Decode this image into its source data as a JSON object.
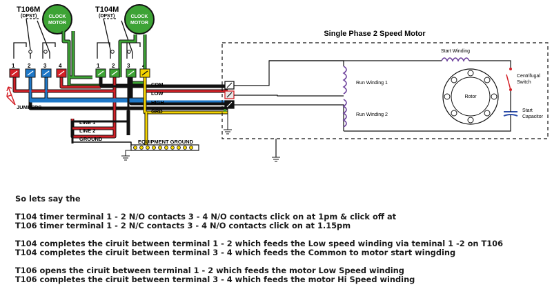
{
  "diagram": {
    "timers": {
      "t106": {
        "name": "T106M",
        "type": "(DPST)",
        "motor": [
          "CLOCK",
          "MOTOR"
        ]
      },
      "t104": {
        "name": "T104M",
        "type": "(DPST)",
        "motor": [
          "CLOCK",
          "MOTOR"
        ]
      }
    },
    "terminal_numbers": [
      "1",
      "2",
      "3",
      "4"
    ],
    "wire_labels": {
      "com": "COM.",
      "low": "LOW",
      "high": "HIGH",
      "grd": "GRD",
      "line1": "LINE 1",
      "line2": "LINE 2",
      "ground": "GROUND",
      "equipment_ground": "EQUIPMENT GROUND",
      "jumpers": "JUMPERS"
    },
    "motor": {
      "title": "Single Phase 2 Speed Motor",
      "start_winding": "Start Winding",
      "run_winding_1": "Run Winding 1",
      "run_winding_2": "Run Winding 2",
      "rotor": "Rotor",
      "centrifugal_switch": [
        "Centrifugal",
        "Switch"
      ],
      "start_capacitor": [
        "Start",
        "Capacitor"
      ]
    },
    "colors": {
      "red": "#d42027",
      "blue": "#1e78c8",
      "green": "#3da335",
      "yellow": "#f5d400",
      "black": "#111111",
      "dark_green": "#2e6b1f"
    }
  },
  "notes": {
    "intro": "So lets say the",
    "line1": "T104 timer terminal 1 - 2 N/O contacts 3 - 4 N/O contacts click on at 1pm & click off at",
    "line2": "T106 timer terminal 1 - 2 N/C contacts 3 - 4 N/O contacts click on at 1.15pm",
    "line3": "T104 completes the ciruit between terminal 1 - 2 which feeds the Low speed winding via teminal 1 -2 on T106",
    "line4": "T104 completes the ciruit between terminal 3 - 4 which feeds the Common to motor start wingding",
    "line5": "T106 opens the ciruit between terminal 1 - 2 which feeds the motor Low Speed winding",
    "line6": "T106 completes the ciruit between terminal 3 - 4 which feeds the motor Hi Speed winding"
  }
}
